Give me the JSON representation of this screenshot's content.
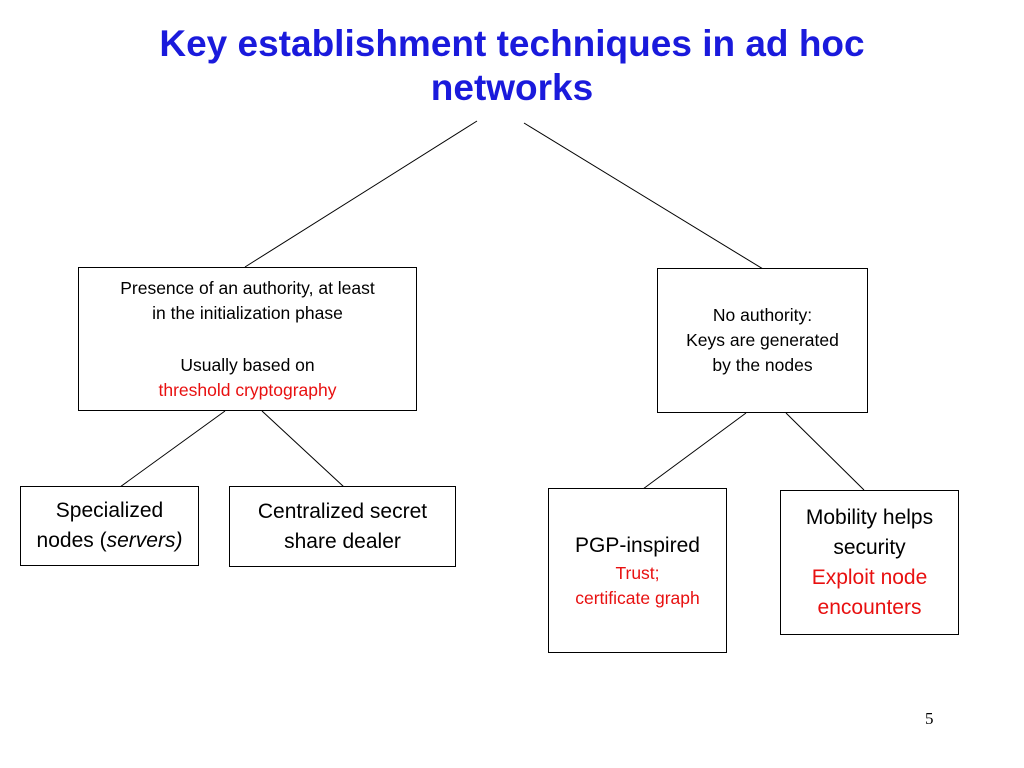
{
  "title": {
    "line1": "Key establishment techniques in ad hoc",
    "line2": "networks"
  },
  "authority_box": {
    "line1": "Presence of an authority, at least",
    "line2": "in the initialization phase",
    "line3": "Usually based on",
    "line4": "threshold cryptography"
  },
  "no_authority_box": {
    "line1": "No authority:",
    "line2": "Keys are generated",
    "line3": "by the nodes"
  },
  "specialized_box": {
    "line1": "Specialized",
    "line2_prefix": "nodes (",
    "line2_italic": "servers)"
  },
  "centralized_box": {
    "line1": "Centralized secret",
    "line2": "share dealer"
  },
  "pgp_box": {
    "line1": "PGP-inspired",
    "line2": "Trust;",
    "line3": "certificate graph"
  },
  "mobility_box": {
    "line1": "Mobility helps",
    "line2": "security",
    "line3": "Exploit node",
    "line4": "encounters"
  },
  "page_number": "5",
  "colors": {
    "title": "#1a1adc",
    "highlight": "#e81010"
  }
}
